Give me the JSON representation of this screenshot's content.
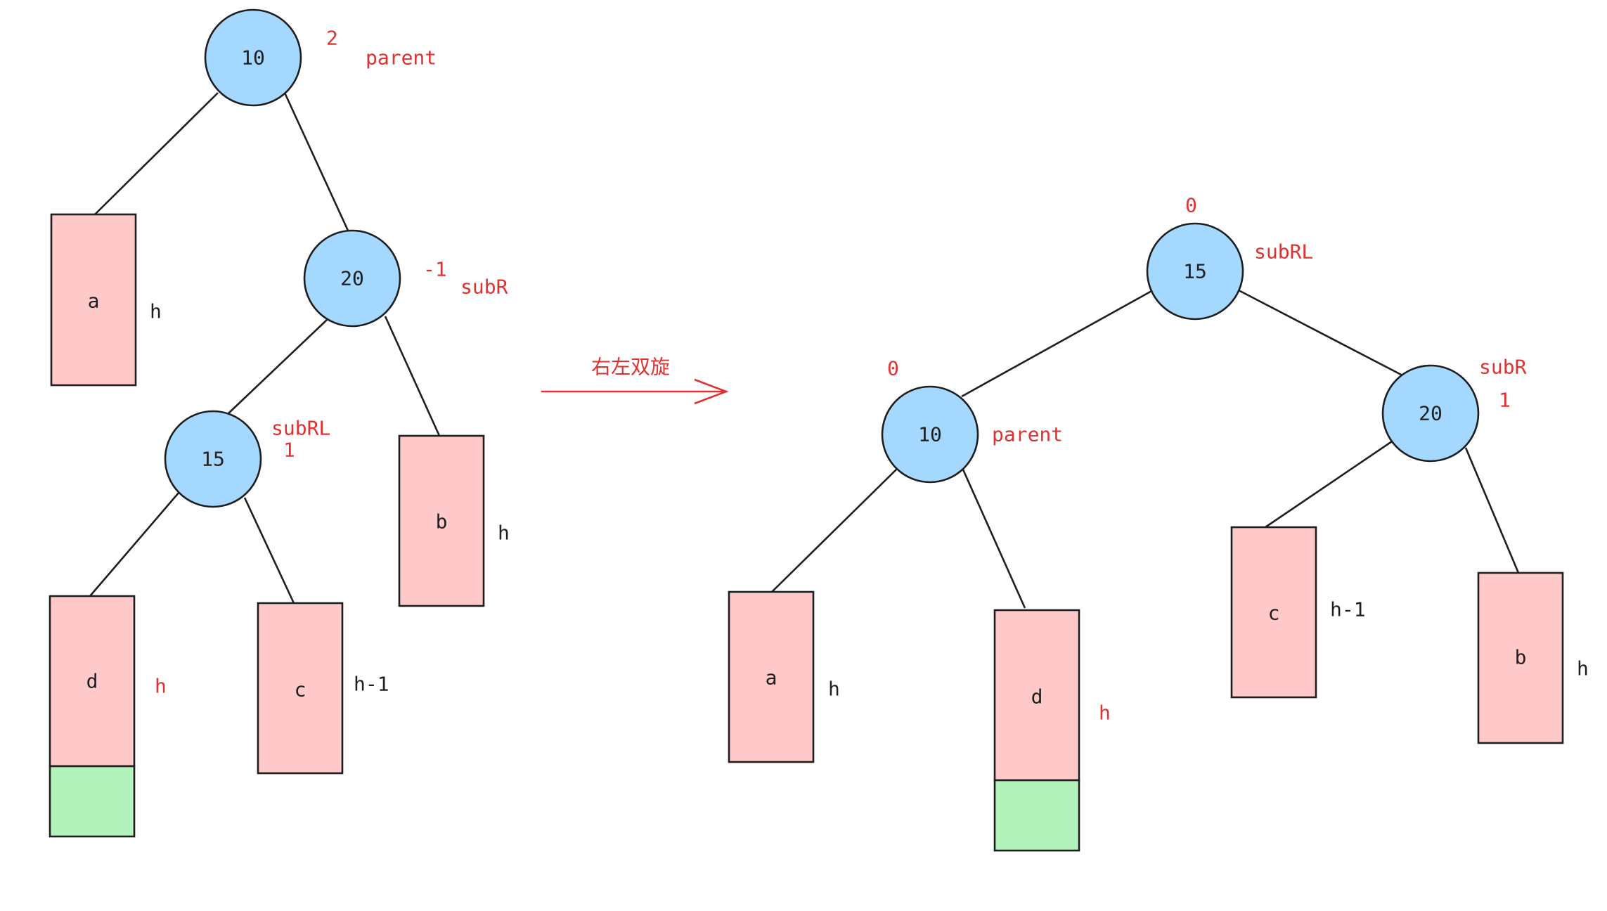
{
  "rotation_label": "右左双旋",
  "colors": {
    "node_fill": "#a5d8ff",
    "subtree_fill": "#ffc9c9",
    "inserted_fill": "#b2f2bb",
    "annotation": "#e03131",
    "stroke": "#1e1e1e"
  },
  "before": {
    "nodes": [
      {
        "value": "10",
        "balance": "2",
        "role": "parent"
      },
      {
        "value": "20",
        "balance": "-1",
        "role": "subR"
      },
      {
        "value": "15",
        "balance": "1",
        "role": "subRL"
      }
    ],
    "subtrees": [
      {
        "label": "a",
        "height": "h"
      },
      {
        "label": "b",
        "height": "h"
      },
      {
        "label": "d",
        "height": "h"
      },
      {
        "label": "c",
        "height": "h-1"
      }
    ]
  },
  "after": {
    "nodes": [
      {
        "value": "15",
        "balance": "0",
        "role": "subRL"
      },
      {
        "value": "10",
        "balance": "0",
        "role": "parent"
      },
      {
        "value": "20",
        "balance": "1",
        "role": "subR"
      }
    ],
    "subtrees": [
      {
        "label": "a",
        "height": "h"
      },
      {
        "label": "d",
        "height": "h"
      },
      {
        "label": "c",
        "height": "h-1"
      },
      {
        "label": "b",
        "height": "h"
      }
    ]
  }
}
